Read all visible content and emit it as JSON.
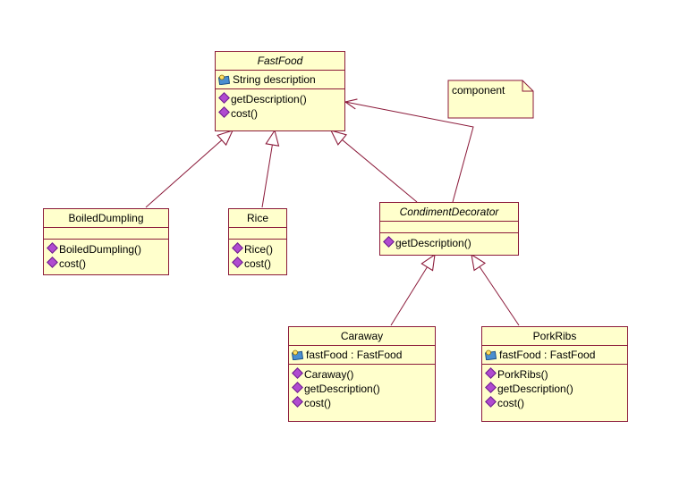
{
  "classes": {
    "fastfood": {
      "name": "FastFood",
      "attributes": [
        "String description"
      ],
      "operations": [
        "getDescription()",
        "cost()"
      ]
    },
    "boileddumpling": {
      "name": "BoiledDumpling",
      "attributes": [],
      "operations": [
        "BoiledDumpling()",
        "cost()"
      ]
    },
    "rice": {
      "name": "Rice",
      "attributes": [],
      "operations": [
        "Rice()",
        "cost()"
      ]
    },
    "condimentdecorator": {
      "name": "CondimentDecorator",
      "attributes": [],
      "operations": [
        "getDescription()"
      ]
    },
    "caraway": {
      "name": "Caraway",
      "attributes": [
        "fastFood : FastFood"
      ],
      "operations": [
        "Caraway()",
        "getDescription()",
        "cost()"
      ]
    },
    "porkribs": {
      "name": "PorkRibs",
      "attributes": [
        "fastFood : FastFood"
      ],
      "operations": [
        "PorkRibs()",
        "getDescription()",
        "cost()"
      ]
    }
  },
  "note": {
    "text": "component"
  },
  "colors": {
    "box_fill": "#ffffcc",
    "border": "#8b1a3a",
    "operation_icon": "#b04bd0",
    "attribute_icon": "#4a8fd0"
  }
}
